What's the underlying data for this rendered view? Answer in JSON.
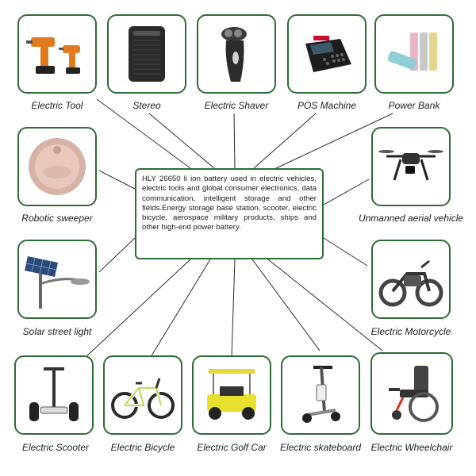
{
  "description": "HLY 26650 li ion battery used in electric vehicles, electric tools and global consumer electronics, data communication, intelligent storage and other fields.Energy storage base station, scooter, electric bicycle, aerospace military products, ships and other high-end power battery.",
  "colors": {
    "frame": "#2f6b35",
    "line": "#2a2a2a"
  },
  "applications": [
    {
      "label": "Electric Tool",
      "icon": "drill-icon"
    },
    {
      "label": "Stereo",
      "icon": "speaker-icon"
    },
    {
      "label": "Electric Shaver",
      "icon": "shaver-icon"
    },
    {
      "label": "POS Machine",
      "icon": "pos-terminal-icon"
    },
    {
      "label": "Power Bank",
      "icon": "power-bank-icon"
    },
    {
      "label": "Robotic sweeper",
      "icon": "robot-vacuum-icon"
    },
    {
      "label": "Unmanned aerial vehicle",
      "icon": "drone-icon"
    },
    {
      "label": "Solar street light",
      "icon": "solar-street-light-icon"
    },
    {
      "label": "Electric Motorcycle",
      "icon": "motorcycle-icon"
    },
    {
      "label": "Electric Scooter",
      "icon": "balance-scooter-icon"
    },
    {
      "label": "Electric Bicycle",
      "icon": "bicycle-icon"
    },
    {
      "label": "Electric Golf Car",
      "icon": "golf-cart-icon"
    },
    {
      "label": "Electric skateboard",
      "icon": "kick-scooter-icon"
    },
    {
      "label": "Electric Wheelchair",
      "icon": "wheelchair-icon"
    }
  ]
}
